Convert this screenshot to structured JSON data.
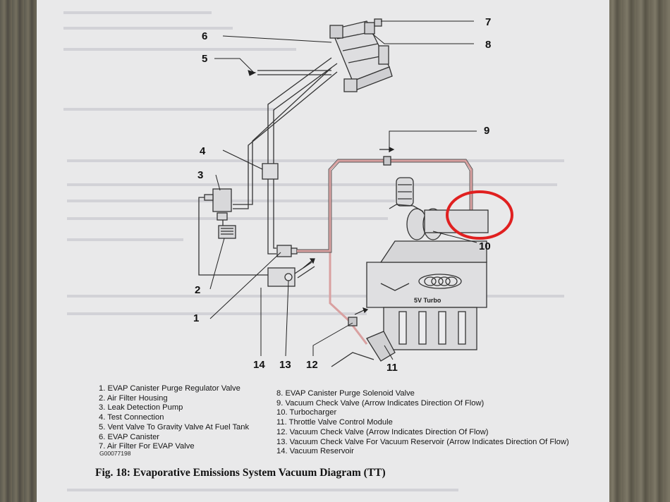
{
  "callouts": {
    "c1": "1",
    "c2": "2",
    "c3": "3",
    "c4": "4",
    "c5": "5",
    "c6": "6",
    "c7": "7",
    "c8": "8",
    "c9": "9",
    "c10": "10",
    "c11": "11",
    "c12": "12",
    "c13": "13",
    "c14": "14"
  },
  "engine_label": "5V Turbo",
  "legend_left": [
    "1. EVAP Canister Purge Regulator Valve",
    "2. Air Filter Housing",
    "3. Leak Detection Pump",
    "4. Test Connection",
    "5. Vent Valve To Gravity Valve At Fuel Tank",
    "6. EVAP Canister",
    "7. Air Filter For EVAP Valve"
  ],
  "legend_right": [
    "8. EVAP Canister Purge Solenoid Valve",
    "9. Vacuum Check Valve (Arrow Indicates Direction Of Flow)",
    "10. Turbocharger",
    "11. Throttle Valve Control Module",
    "12. Vacuum Check Valve (Arrow Indicates Direction Of Flow)",
    "13. Vacuum Check Valve For Vacuum Reservoir (Arrow Indicates Direction Of Flow)",
    "14. Vacuum Reservoir"
  ],
  "figure_id": "G00077198",
  "caption": "Fig. 18: Evaporative Emissions System Vacuum Diagram (TT)",
  "colors": {
    "vacuum_line": "#d9a0a0",
    "highlight_circle": "#e02020"
  }
}
